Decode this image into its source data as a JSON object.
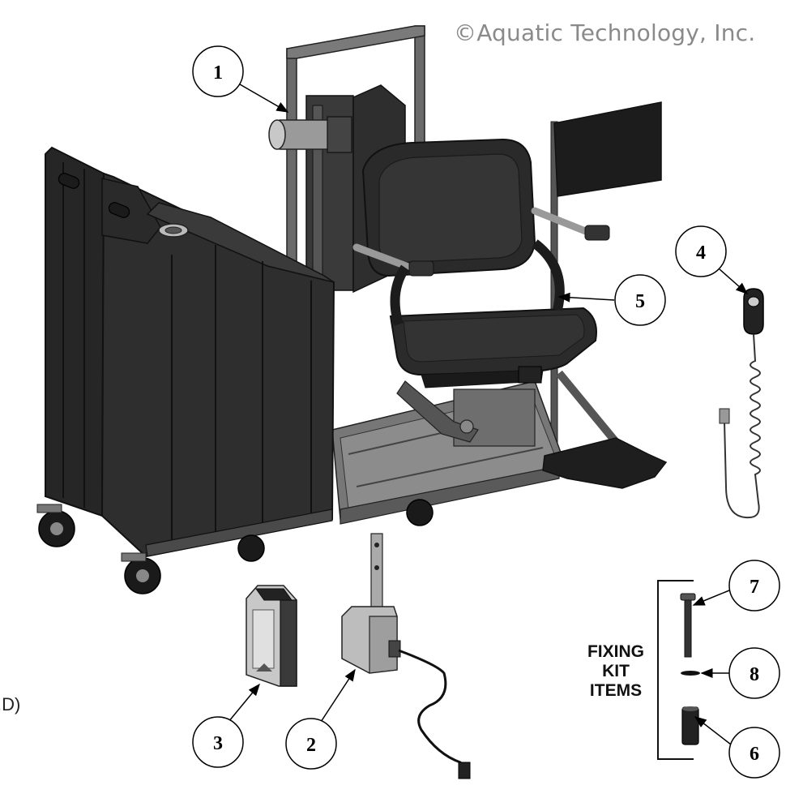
{
  "copyright": "©Aquatic Technology, Inc.",
  "kit_label": [
    "FIXING",
    "KIT",
    "ITEMS"
  ],
  "clipped_text": ".D)",
  "callouts": [
    {
      "id": "c1",
      "label": "1"
    },
    {
      "id": "c2",
      "label": "2"
    },
    {
      "id": "c3",
      "label": "3"
    },
    {
      "id": "c4",
      "label": "4"
    },
    {
      "id": "c5",
      "label": "5"
    },
    {
      "id": "c6",
      "label": "6"
    },
    {
      "id": "c7",
      "label": "7"
    },
    {
      "id": "c8",
      "label": "8"
    }
  ]
}
